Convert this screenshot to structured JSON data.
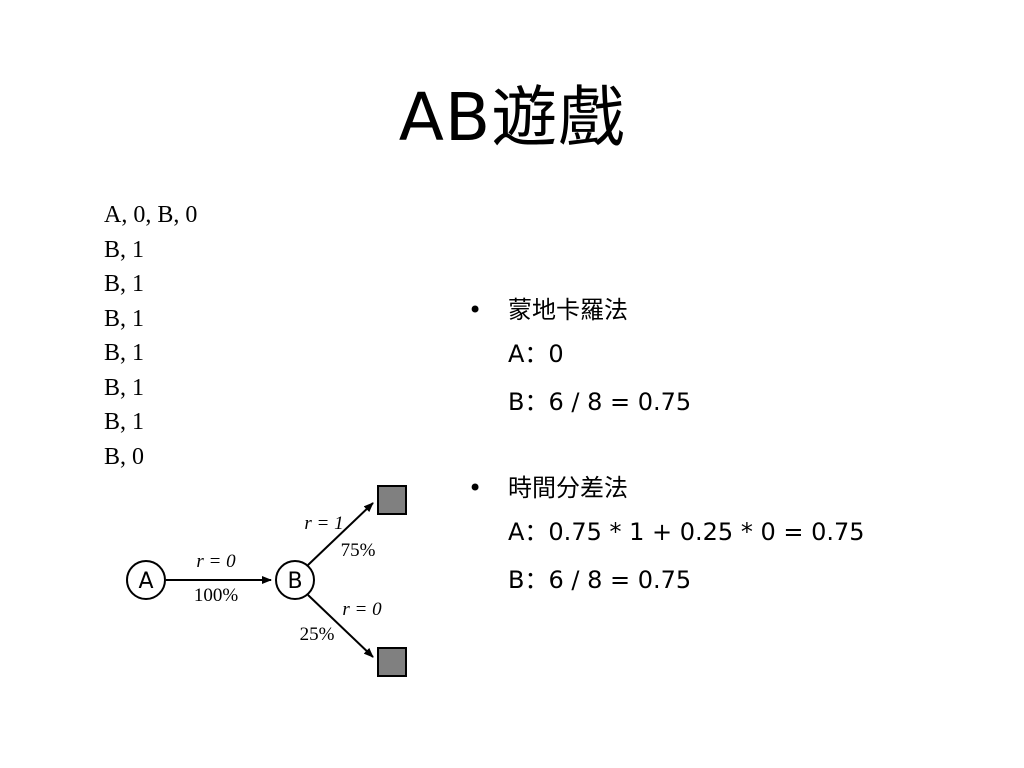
{
  "title": "AB遊戲",
  "episodes": [
    "A, 0, B, 0",
    "B, 1",
    "B, 1",
    "B, 1",
    "B, 1",
    "B, 1",
    "B, 1",
    "B, 0"
  ],
  "bullets": [
    {
      "heading": "蒙地卡羅法",
      "lines": [
        "A：0",
        "B：6 / 8 = 0.75"
      ]
    },
    {
      "heading": "時間分差法",
      "lines": [
        "A：0.75 * 1 + 0.25 * 0 = 0.75",
        "B：6 / 8 = 0.75"
      ]
    }
  ],
  "bullet_symbol": "•",
  "diagram": {
    "node_a": "A",
    "node_b": "B",
    "edge_ab_reward": "r = 0",
    "edge_ab_prob": "100%",
    "edge_b_top_reward": "r = 1",
    "edge_b_top_prob": "75%",
    "edge_b_bottom_reward": "r = 0",
    "edge_b_bottom_prob": "25%",
    "terminal_color": "#808080"
  }
}
